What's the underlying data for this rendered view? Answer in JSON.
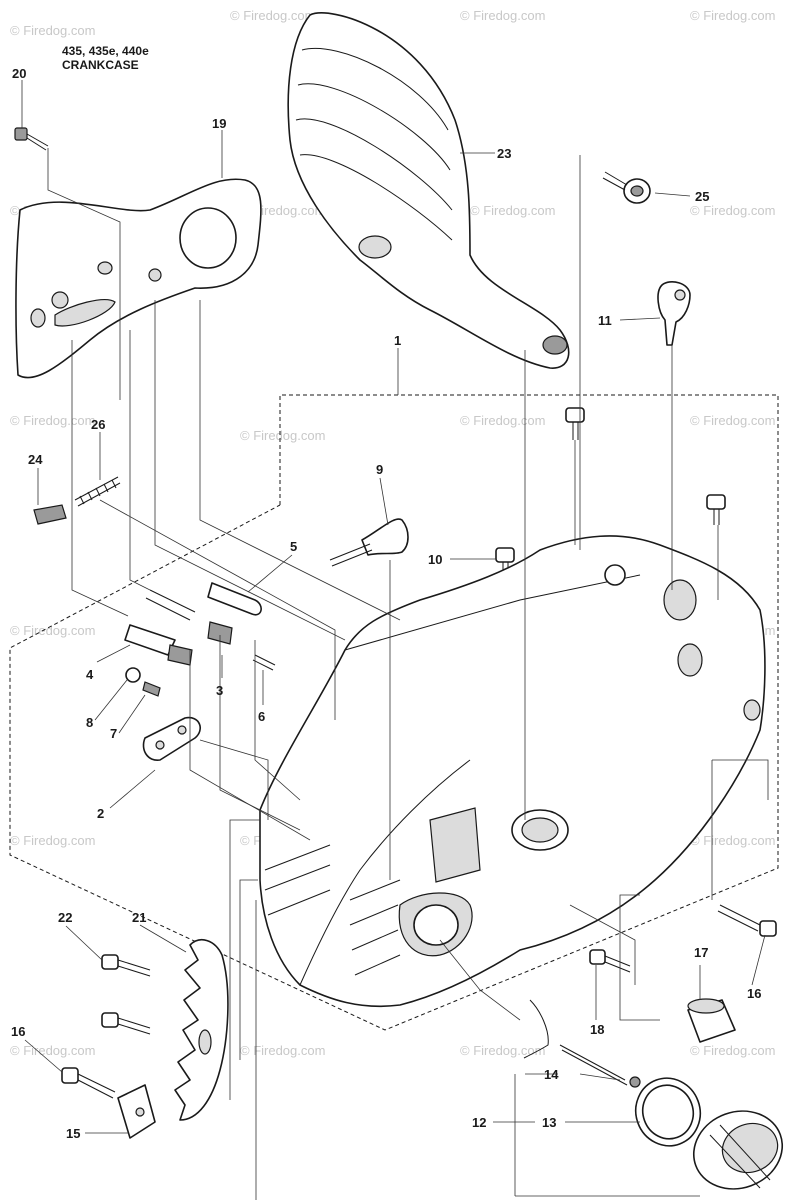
{
  "title": {
    "models": "435, 435e, 440e",
    "section": "CRANKCASE"
  },
  "watermark": "© Firedog.com",
  "callouts": {
    "c1": "1",
    "c2": "2",
    "c3": "3",
    "c4": "4",
    "c5": "5",
    "c6": "6",
    "c7": "7",
    "c8": "8",
    "c9": "9",
    "c10": "10",
    "c11": "11",
    "c12": "12",
    "c13": "13",
    "c14": "14",
    "c15": "15",
    "c16a": "16",
    "c16b": "16",
    "c17": "17",
    "c18": "18",
    "c19": "19",
    "c20": "20",
    "c21": "21",
    "c22": "22",
    "c23": "23",
    "c24": "24",
    "c25": "25",
    "c26": "26"
  }
}
